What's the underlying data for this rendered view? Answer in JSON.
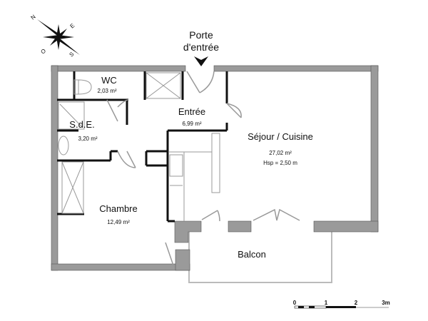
{
  "compass": {
    "north": "N",
    "east": "E",
    "south": "S",
    "west": "O"
  },
  "entrance": {
    "label_line1": "Porte",
    "label_line2": "d'entrée"
  },
  "rooms": [
    {
      "name": "WC",
      "area": "2,03 m²"
    },
    {
      "name": "S.d.E.",
      "area": "3,20 m²"
    },
    {
      "name": "Entrée",
      "area": "6,99 m²"
    },
    {
      "name": "Séjour / Cuisine",
      "area": "27,02 m²",
      "height": "Hsp = 2,50 m"
    },
    {
      "name": "Chambre",
      "area": "12,49 m²"
    },
    {
      "name": "Balcon"
    }
  ],
  "scale_bar": {
    "ticks": [
      "0",
      "1",
      "2",
      "3m"
    ]
  },
  "colors": {
    "outer_wall": "#9a9a9a",
    "inner_wall": "#111111",
    "fixtures": "#aaaaaa"
  }
}
